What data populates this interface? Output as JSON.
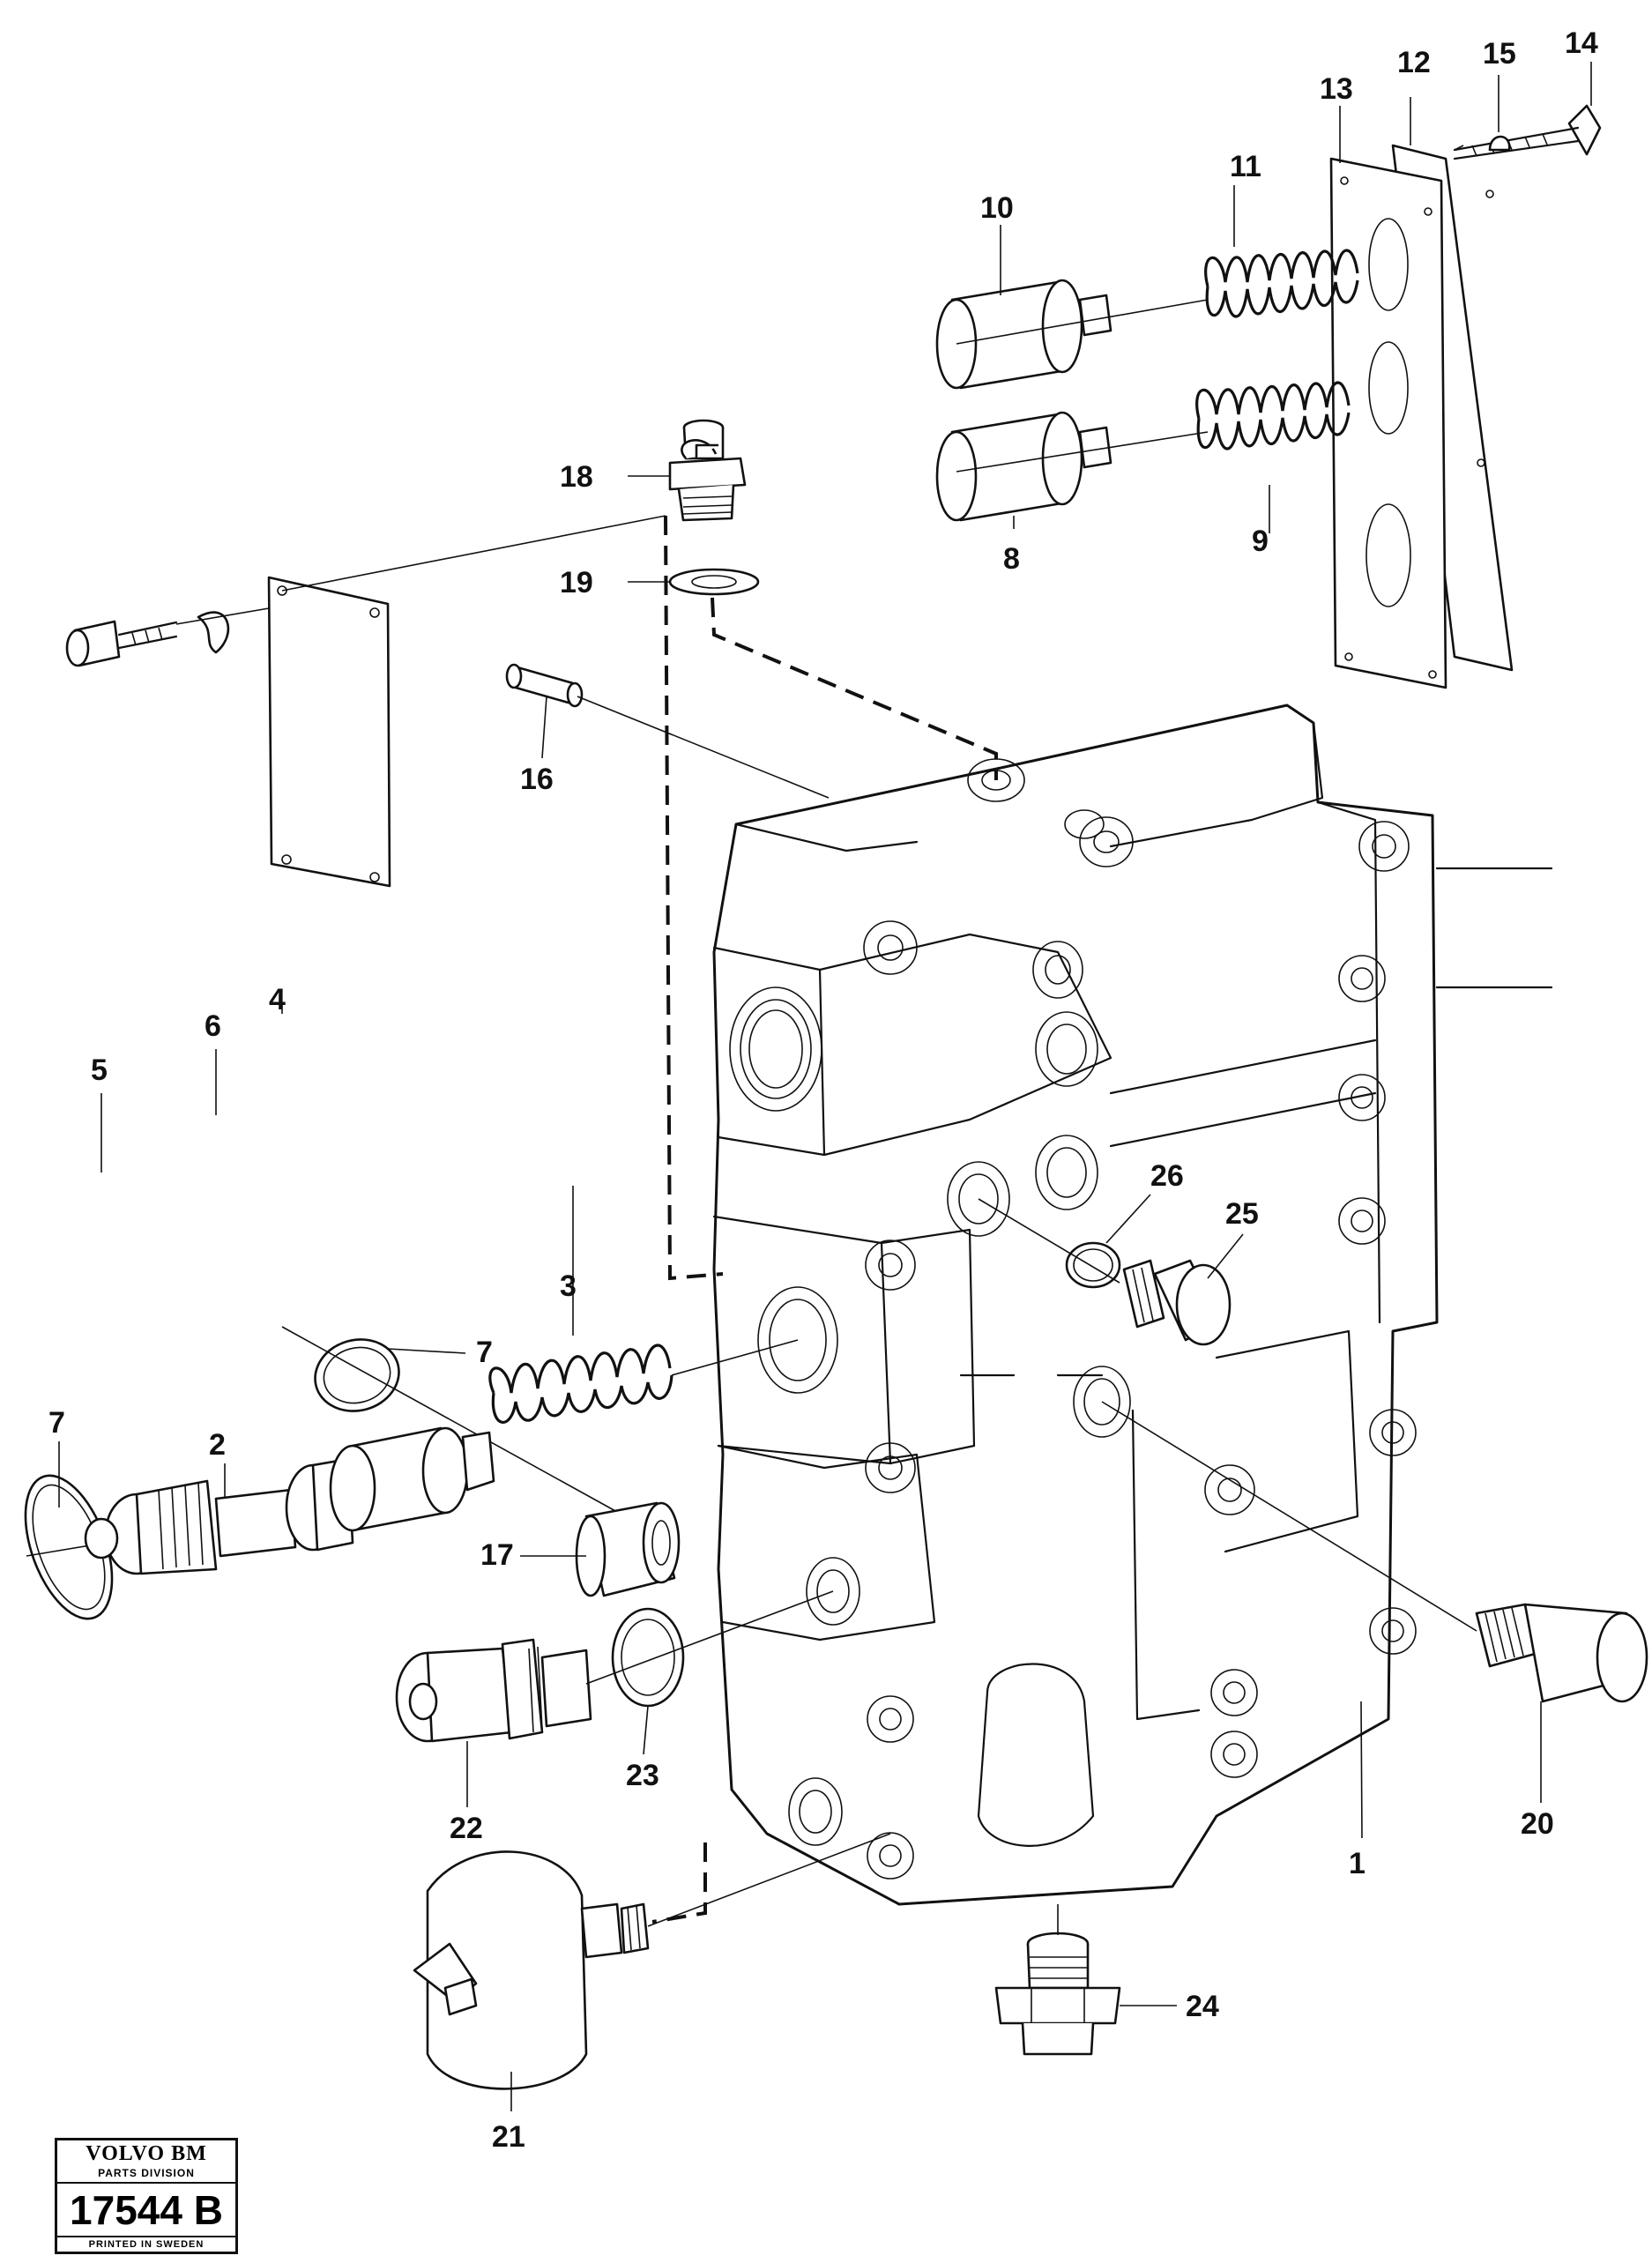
{
  "callouts": [
    "1",
    "2",
    "3",
    "4",
    "5",
    "6",
    "7",
    "7",
    "8",
    "9",
    "10",
    "11",
    "12",
    "13",
    "14",
    "15",
    "16",
    "17",
    "18",
    "19",
    "20",
    "21",
    "22",
    "23",
    "24",
    "25",
    "26"
  ],
  "stamp": {
    "brand": "VOLVO BM",
    "division": "PARTS DIVISION",
    "code": "17544 B",
    "printed": "PRINTED IN SWEDEN"
  }
}
